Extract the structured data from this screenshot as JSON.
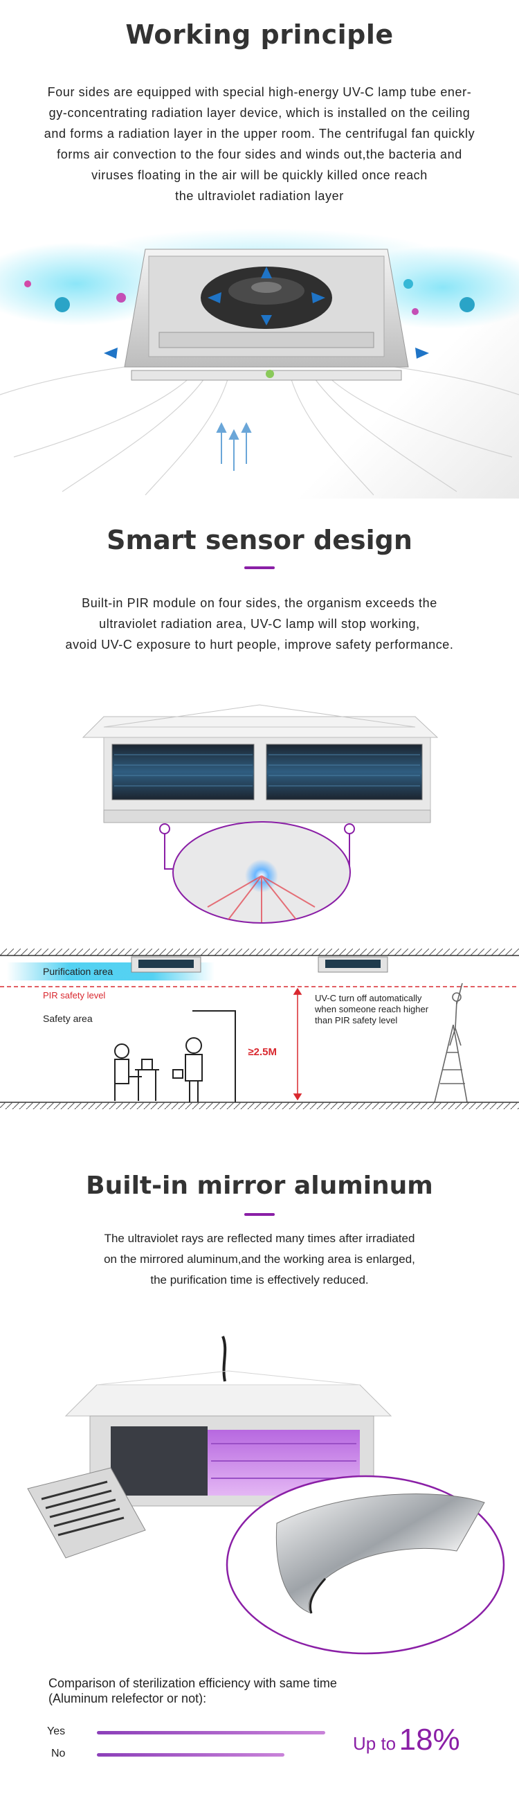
{
  "working": {
    "title": "Working principle",
    "lines": [
      "Four sides are equipped with special high-energy UV-C lamp tube ener-",
      "gy-concentrating radiation layer device, which is installed on the ceiling",
      "and forms a radiation layer in the upper room. The centrifugal fan quickly",
      "forms air convection to the four sides and winds out,the bacteria and",
      "viruses floating in the air will be quickly killed once reach",
      "the ultraviolet radiation layer"
    ]
  },
  "sensor": {
    "title": "Smart sensor design",
    "lines": [
      "Built-in PIR module on four sides, the organism exceeds the",
      "ultraviolet radiation area, UV-C lamp will stop working,",
      "avoid UV-C exposure to hurt people, improve safety performance."
    ],
    "diagram": {
      "purification_area": "Purification area",
      "pir_level": "PIR safety level",
      "safety_area": "Safety area",
      "height": "≥2.5M",
      "turnoff_lines": [
        "UV-C turn off automatically",
        "when someone reach higher",
        "than PIR safety level"
      ]
    }
  },
  "mirror": {
    "title": "Built-in mirror aluminum",
    "lines": [
      "The ultraviolet rays are reflected many times after irradiated",
      "on the mirrored aluminum,and the working area is enlarged,",
      "the purification time is effectively reduced."
    ],
    "comparison": {
      "title_lines": [
        "Comparison of sterilization efficiency with same time",
        "(Aluminum relefector or not):"
      ],
      "rows": [
        {
          "label": "Yes",
          "value": 1.0
        },
        {
          "label": "No",
          "value": 0.82
        }
      ],
      "up_prefix": "Up to",
      "up_value": "18%"
    }
  },
  "colors": {
    "accent": "#8a1fa6",
    "pir_red": "#d9282f",
    "uv_cyan": "#29c6ef"
  }
}
